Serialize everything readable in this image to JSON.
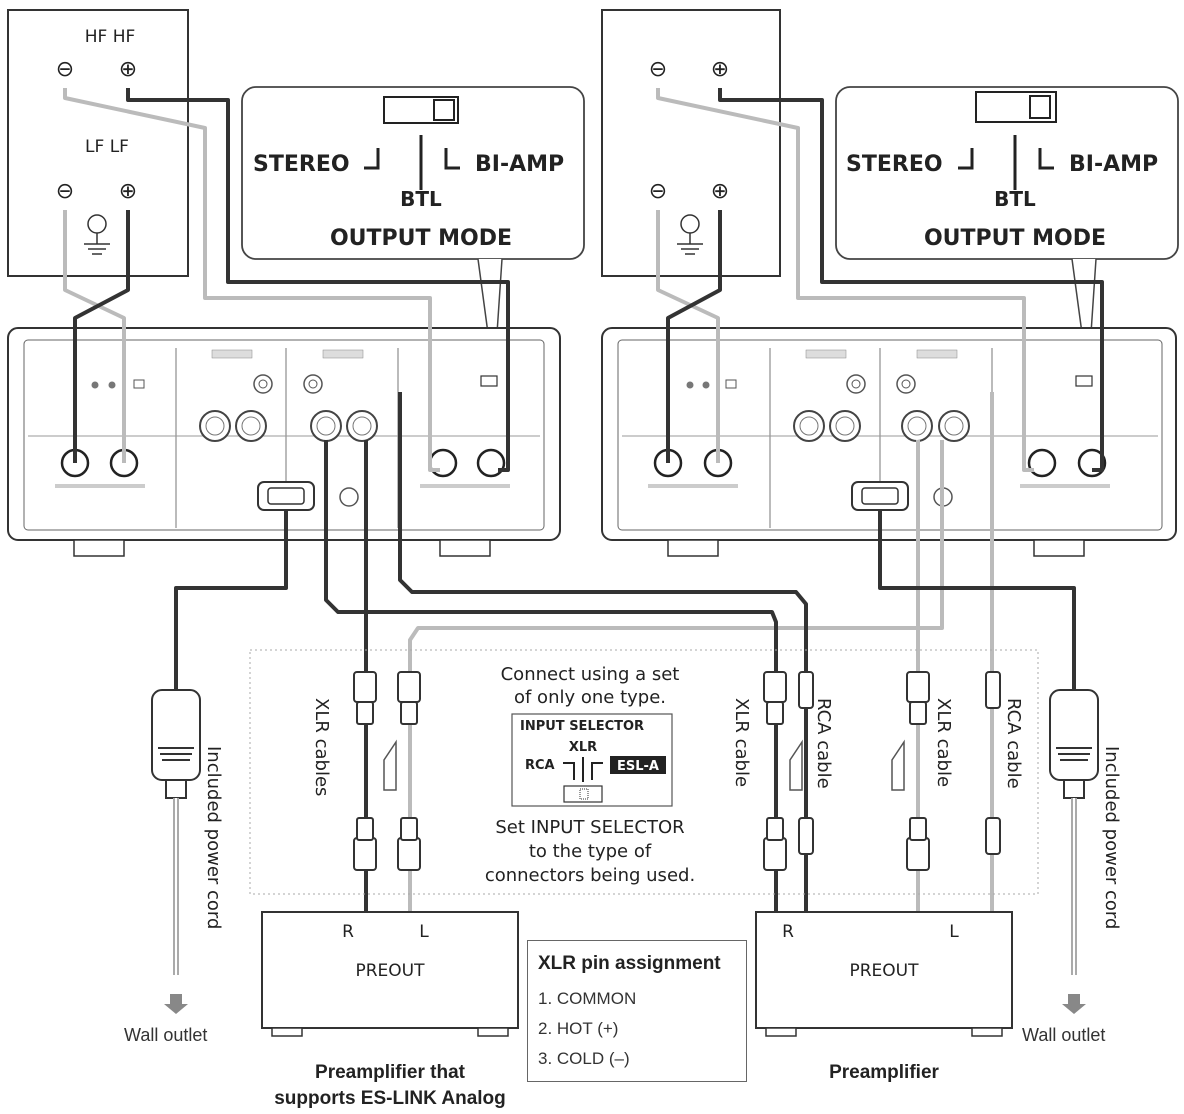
{
  "speaker_terminals": {
    "hf_label": "HF HF",
    "lf_label": "LF LF",
    "minus_glyph": "⊖",
    "plus_glyph": "⊕"
  },
  "output_mode_callout": {
    "stereo": "STEREO",
    "bi_amp": "BI-AMP",
    "btl": "BTL",
    "title": "OUTPUT MODE"
  },
  "center_note": {
    "line1": "Connect using a set",
    "line2": "of only one type.",
    "selector_title": "INPUT SELECTOR",
    "selector_xlr": "XLR",
    "selector_rca": "RCA",
    "selector_esl": "ESL-A",
    "set_line1": "Set INPUT SELECTOR",
    "set_line2": "to the type of",
    "set_line3": "connectors being used."
  },
  "cable_labels": {
    "xlr_cables": "XLR cables",
    "xlr_cable": "XLR cable",
    "rca_cable": "RCA cable",
    "power_cord": "Included power cord"
  },
  "preamps": {
    "left_r": "R",
    "left_l": "L",
    "right_r": "R",
    "right_l": "L",
    "preout": "PREOUT",
    "left_caption_1": "Preamplifier that",
    "left_caption_2": "supports ES-LINK Analog",
    "right_caption": "Preamplifier"
  },
  "wall_outlet": "Wall outlet",
  "xlr_pin": {
    "title": "XLR pin assignment",
    "p1": "1. COMMON",
    "p2": "2. HOT (+)",
    "p3": "3. COLD (–)"
  },
  "colors": {
    "dark_wire": "#333333",
    "light_wire": "#bbbbbb",
    "outline": "#444444"
  }
}
